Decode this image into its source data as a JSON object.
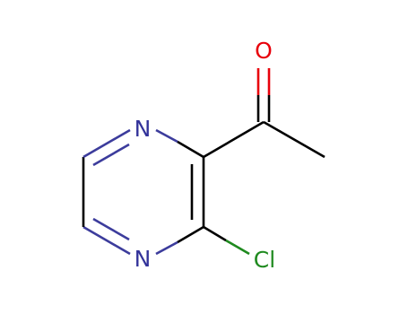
{
  "molecule": {
    "atoms": {
      "n_top": {
        "symbol": "N",
        "color": "#33339a"
      },
      "n_bottom": {
        "symbol": "N",
        "color": "#33339a"
      },
      "o": {
        "symbol": "O",
        "color": "#e8000b"
      },
      "cl": {
        "symbol": "Cl",
        "color": "#1f8a1f"
      }
    },
    "colors": {
      "carbon_bond": "#000000",
      "nitrogen_bond": "#3c3c9c",
      "oxygen_bond": "#e8000b",
      "chlorine_bond": "#1f8a1f"
    }
  }
}
